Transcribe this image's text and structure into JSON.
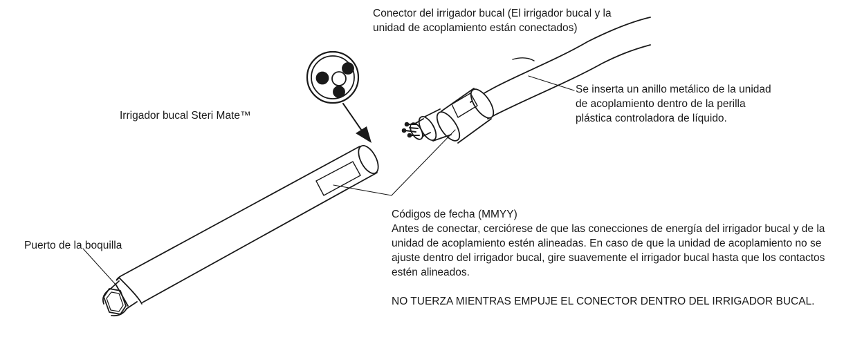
{
  "labels": {
    "connector": "Conector del irrigador bucal (El irrigador bucal y la unidad de acoplamiento están conectados)",
    "irrigator": "Irrigador bucal Steri Mate™",
    "ring": "Se inserta un anillo metálico de la unidad de acoplamiento dentro de la perilla plástica controladora de líquido.",
    "date_codes": "Códigos de fecha (MMYY)",
    "instructions": "Antes de conectar, cerciórese de que las conecciones de energía del irrigador bucal y de la unidad de acoplamiento estén alineadas. En caso de que la unidad de acoplamiento no se ajuste dentro del irrigador bucal, gire suavemente el irrigador bucal hasta que los contactos estén alineados.",
    "warning": "NO TUERZA MIENTRAS EMPUJE EL CONECTOR DENTRO DEL IRRIGADOR BUCAL.",
    "nozzle_port": "Puerto de la boquilla"
  }
}
